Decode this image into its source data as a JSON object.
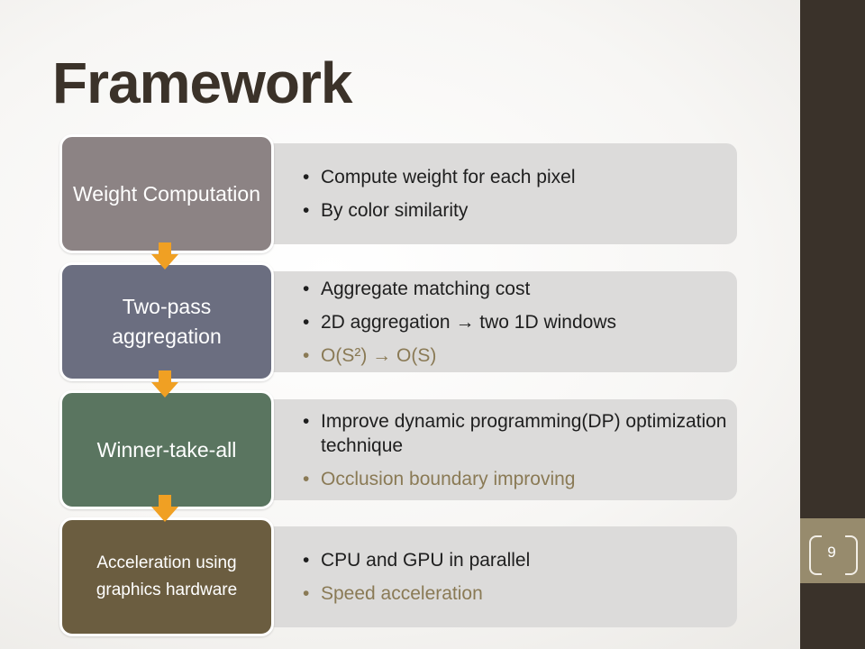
{
  "slide": {
    "title": "Framework",
    "page_number": "9"
  },
  "colors": {
    "sidebar": "#3a322a",
    "page_number_box": "#978b6d",
    "arrow": "#f0a023",
    "panel": "#dcdbda",
    "highlight_text": "#8a7a55"
  },
  "steps": [
    {
      "label": "Weight Computation",
      "color": "#8c8384",
      "bullets": [
        {
          "text": "Compute weight for each pixel",
          "highlight": false
        },
        {
          "text": "By color similarity",
          "highlight": false
        }
      ]
    },
    {
      "label": "Two-pass aggregation",
      "color": "#6b6e80",
      "bullets": [
        {
          "text": "Aggregate matching cost",
          "highlight": false
        },
        {
          "text": "2D aggregation → two 1D windows",
          "highlight": false
        },
        {
          "text": "O(S²) → O(S)",
          "highlight": true
        }
      ]
    },
    {
      "label": "Winner-take-all",
      "color": "#5a7560",
      "bullets": [
        {
          "text": "Improve dynamic programming(DP) optimization technique",
          "highlight": false
        },
        {
          "text": "Occlusion  boundary improving",
          "highlight": true
        }
      ]
    },
    {
      "label": "Acceleration using graphics hardware",
      "color": "#6b5d40",
      "bullets": [
        {
          "text": "CPU and GPU in parallel",
          "highlight": false
        },
        {
          "text": "Speed acceleration",
          "highlight": true
        }
      ]
    }
  ]
}
